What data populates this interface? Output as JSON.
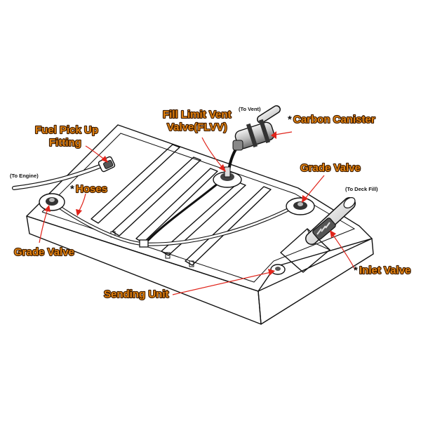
{
  "labels": {
    "fuel_pick_up_line1": "Fuel Pick Up",
    "fuel_pick_up_line2": "Fitting",
    "flvv_line1": "Fill Limit Vent",
    "flvv_line2": "Valve(FLVV)",
    "carbon_canister_star": "*",
    "carbon_canister": "Carbon Canister",
    "grade_valve_right": "Grade Valve",
    "hoses_star": "*",
    "hoses": "Hoses",
    "grade_valve_left": "Grade Valve",
    "sending_unit": "Sending Unit",
    "inlet_valve_star": "*",
    "inlet_valve": "Inlet Valve"
  },
  "small_labels": {
    "to_vent": "(To Vent)",
    "to_engine": "(To Engine)",
    "to_deck_fill": "(To Deck Fill)"
  },
  "colors": {
    "label_fill": "#e0800f",
    "label_outline": "#3a1a00",
    "leader": "#e0241b",
    "line_art": "#111111",
    "background": "#ffffff"
  }
}
